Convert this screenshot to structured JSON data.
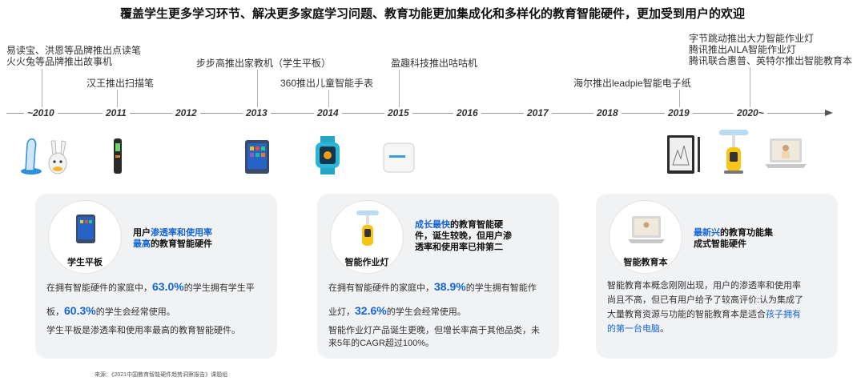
{
  "title": "覆盖学生更多学习环节、解决更多家庭学习问题、教育功能更加集成化和多样化的教育智能硬件，更加受到用户的欢迎",
  "events": {
    "e2010_line1": "易读宝、洪恩等品牌推出点读笔",
    "e2010_line2": "火火兔等品牌推出故事机",
    "e2011": "汉王推出扫描笔",
    "e2013": "步步高推出家教机（学生平板）",
    "e2014": "360推出儿童智能手表",
    "e2015": "盈趣科技推出咕咕机",
    "e2019": "海尔推出leadpie智能电子纸",
    "e2020_line1": "字节跳动推出大力智能作业灯",
    "e2020_line2": "腾讯推出AILA智能作业灯",
    "e2020_line3": "腾讯联合惠普、英特尔推出智能教育本"
  },
  "years": [
    "~2010",
    "2011",
    "2012",
    "2013",
    "2014",
    "2015",
    "2016",
    "2017",
    "2018",
    "2019",
    "2020~"
  ],
  "cards": {
    "tablet": {
      "label": "学生平板",
      "headline_pre": "用户",
      "headline_hl1": "渗透率和使用率",
      "headline_hl2": "最高",
      "headline_post": "的教育智能硬件",
      "b1_pre": "在拥有智能硬件的家庭中，",
      "b1_pct": "63.0%",
      "b1_post": "的学生拥有学生平",
      "b2_pre": "板，",
      "b2_pct": "60.3%",
      "b2_post": "的学生会经常使用。",
      "b3": "学生平板是渗透率和使用率最高的教育智能硬件。"
    },
    "lamp": {
      "label": "智能作业灯",
      "headline_hl": "成长最快",
      "headline_l1": "的教育智能硬",
      "headline_l2": "件，诞生较晚，但用户渗",
      "headline_l3": "透率和使用率已排第二",
      "b1_pre": "在拥有智能硬件的家庭中，",
      "b1_pct": "38.9%",
      "b1_post": "的学生拥有智能作",
      "b2_pre": "业灯，",
      "b2_pct": "32.6%",
      "b2_post": "的学生会经常使用。",
      "b3": "智能作业灯产品诞生更晚，但增长率高于其他品类，未",
      "b4": "来5年的CAGR超过100%。"
    },
    "notebook": {
      "label": "智能教育本",
      "headline_hl": "最新兴",
      "headline_l1": "的教育功能集",
      "headline_l2": "成式智能硬件",
      "b1": "智能教育本概念刚刚出现，用户的渗透率和使用率",
      "b2": "尚且不高，但已有用户给予了较高评价:认为集成了",
      "b3_pre": "大量教育资源与功能的智能教育本是适合",
      "b3_hl": "孩子拥有",
      "b4_hl": "的第一台电脑",
      "b4_post": "。"
    }
  },
  "source": "来源：《2021中国教育智能硬件趋势洞察报告》课题组",
  "colors": {
    "accent": "#1565d8",
    "card_bg": "#f1f2f4",
    "axis": "#9a9a9a"
  }
}
